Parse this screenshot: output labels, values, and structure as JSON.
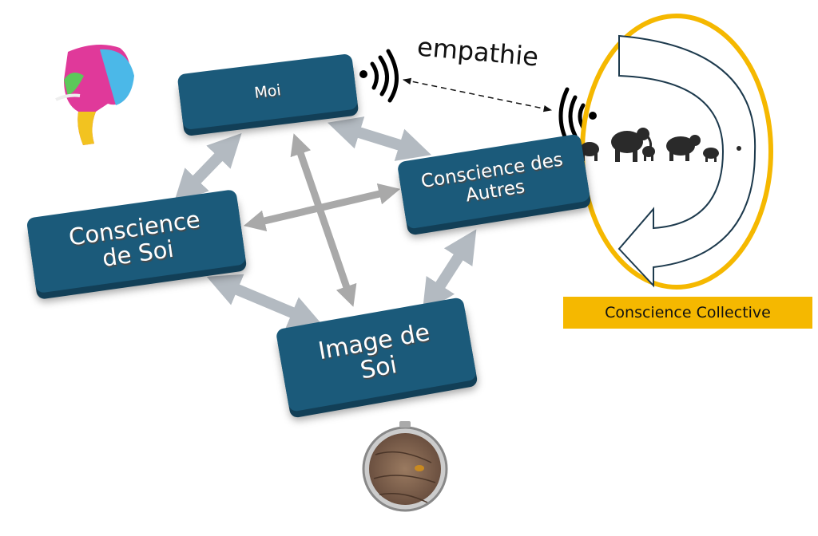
{
  "nodes": {
    "moi": "Moi",
    "conscience_soi": "Conscience de Soi",
    "conscience_autres": "Conscience des Autres",
    "image_soi": "Image de Soi"
  },
  "empathy_label": "empathie",
  "collective_label": "Conscience Collective",
  "colors": {
    "box": "#1b5a7a",
    "arrow": "#b3bac1",
    "accent": "#f5b800"
  }
}
